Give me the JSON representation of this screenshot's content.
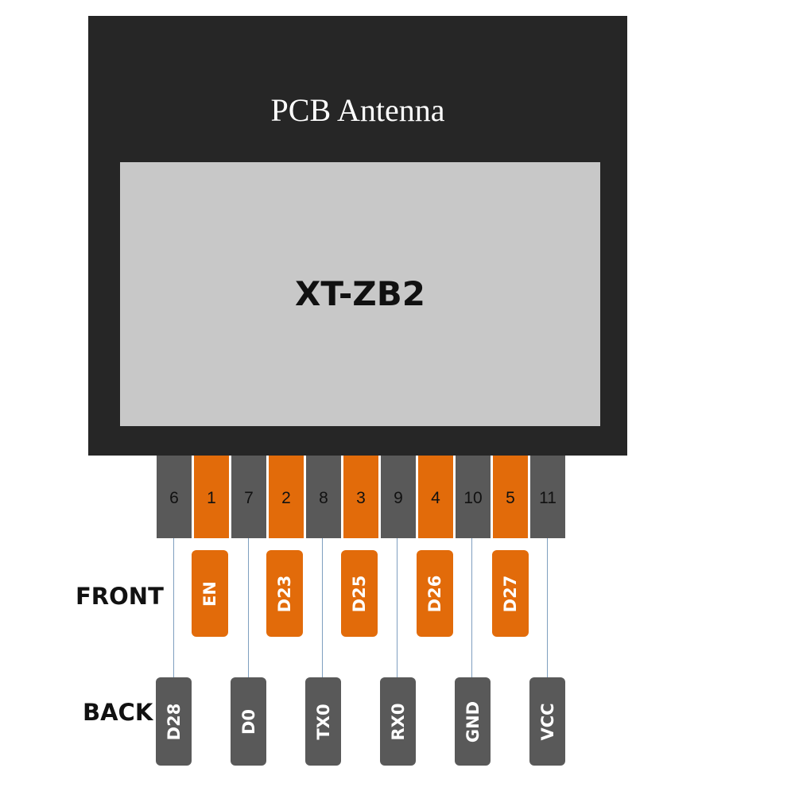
{
  "module": {
    "antenna_label": "PCB Antenna",
    "chip_label": "XT-ZB2"
  },
  "pins": [
    {
      "number": "6",
      "color": "gray"
    },
    {
      "number": "1",
      "color": "orange"
    },
    {
      "number": "7",
      "color": "gray"
    },
    {
      "number": "2",
      "color": "orange"
    },
    {
      "number": "8",
      "color": "gray"
    },
    {
      "number": "3",
      "color": "orange"
    },
    {
      "number": "9",
      "color": "gray"
    },
    {
      "number": "4",
      "color": "orange"
    },
    {
      "number": "10",
      "color": "gray"
    },
    {
      "number": "5",
      "color": "orange"
    },
    {
      "number": "11",
      "color": "gray"
    }
  ],
  "front": {
    "label": "FRONT",
    "signals": [
      "EN",
      "D23",
      "D25",
      "D26",
      "D27"
    ]
  },
  "back": {
    "label": "BACK",
    "signals": [
      "D28",
      "D0",
      "TX0",
      "RX0",
      "GND",
      "VCC"
    ]
  },
  "colors": {
    "module_body": "#262626",
    "chip": "#c8c8c8",
    "front_pin": "#e26b0a",
    "back_pin": "#595959",
    "wire": "#7f9fbf"
  }
}
